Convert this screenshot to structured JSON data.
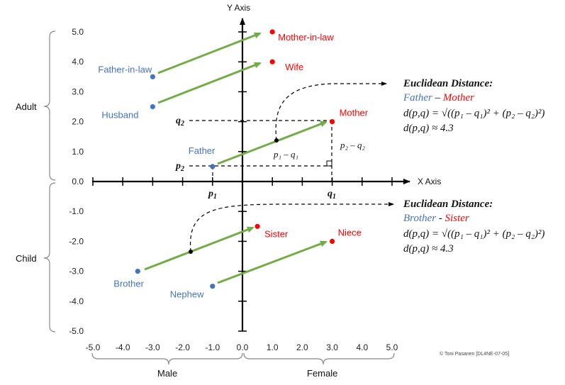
{
  "axes": {
    "x_label": "X Axis",
    "y_label": "Y Axis",
    "x_ticks": [
      "-5.0",
      "-4.0",
      "-3.0",
      "-2.0",
      "-1.0",
      "0.0",
      "1.0",
      "2.0",
      "3.0",
      "4.0",
      "5.0"
    ],
    "y_ticks": [
      "5.0",
      "4.0",
      "3.0",
      "2.0",
      "1.0",
      "0.0",
      "-1.0",
      "-2.0",
      "-3.0",
      "-4.0",
      "-5.0"
    ]
  },
  "groups": {
    "adult": "Adult",
    "child": "Child",
    "male": "Male",
    "female": "Female"
  },
  "colors": {
    "male": "#4472C4",
    "female": "#FF0000",
    "arrow": "#70AD47",
    "axis": "#000000"
  },
  "points": [
    {
      "id": "father-in-law",
      "label": "Father-in-law",
      "x": -3.0,
      "y": 3.5,
      "gender": "male"
    },
    {
      "id": "mother-in-law",
      "label": "Mother-in-law",
      "x": 1.0,
      "y": 5.0,
      "gender": "female"
    },
    {
      "id": "husband",
      "label": "Husband",
      "x": -3.0,
      "y": 2.5,
      "gender": "male"
    },
    {
      "id": "wife",
      "label": "Wife",
      "x": 1.0,
      "y": 4.0,
      "gender": "female"
    },
    {
      "id": "father",
      "label": "Father",
      "x": -1.0,
      "y": 0.5,
      "gender": "male"
    },
    {
      "id": "mother",
      "label": "Mother",
      "x": 3.0,
      "y": 2.0,
      "gender": "female"
    },
    {
      "id": "brother",
      "label": "Brother",
      "x": -3.5,
      "y": -3.0,
      "gender": "male"
    },
    {
      "id": "sister",
      "label": "Sister",
      "x": 0.5,
      "y": -1.5,
      "gender": "female"
    },
    {
      "id": "nephew",
      "label": "Nephew",
      "x": -1.0,
      "y": -3.5,
      "gender": "male"
    },
    {
      "id": "niece",
      "label": "Niece",
      "x": 3.0,
      "y": -2.0,
      "gender": "female"
    }
  ],
  "markers": {
    "p1": "p",
    "p1_sub": "1",
    "p2": "p",
    "p2_sub": "2",
    "q1": "q",
    "q1_sub": "1",
    "q2": "q",
    "q2_sub": "2",
    "dx_label": "p₁ – q₁",
    "dy_label": "p₂ – q₂"
  },
  "boxes": [
    {
      "id": "adult-box",
      "title": "Euclidean Distance:",
      "from": "Father",
      "dash": " – ",
      "to": "Mother",
      "formula": "d(p,q) = √((p₁ – q₁)² + (p₂ – q₂)²)",
      "approx": "d(p,q) ≈ 4.3"
    },
    {
      "id": "child-box",
      "title": "Euclidean Distance:",
      "from": "Brother",
      "dash": " - ",
      "to": "Sister",
      "formula": "d(p,q) = √((p₁ – q₁)² + (p₂ – q₂)²)",
      "approx": "d(p,q) ≈ 4.3"
    }
  ],
  "copyright": "© Toni Pasanen [DL4NE-07-05]"
}
